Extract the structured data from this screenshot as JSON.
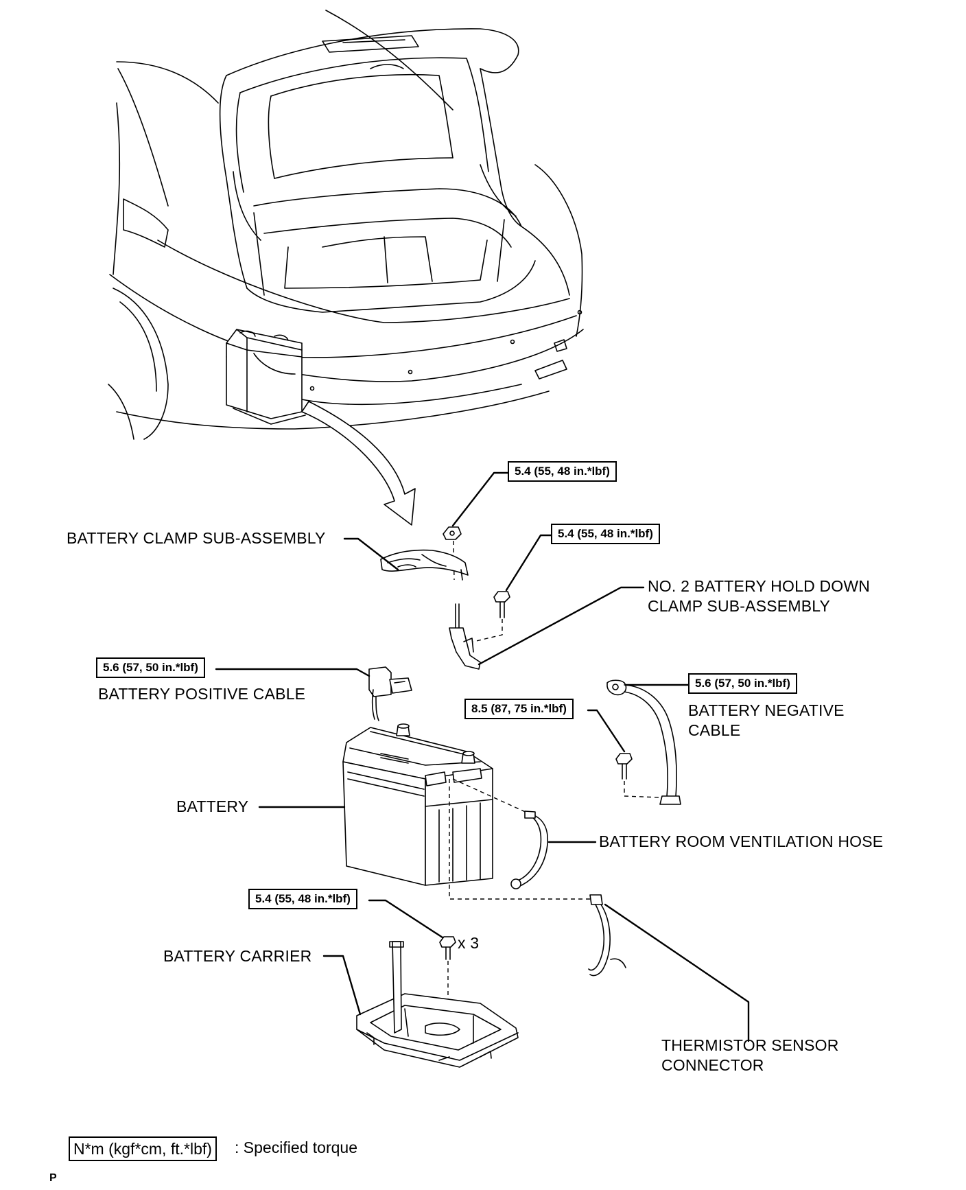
{
  "labels": {
    "battery_clamp": "BATTERY CLAMP SUB-ASSEMBLY",
    "hold_down_clamp_1": "NO. 2 BATTERY HOLD DOWN",
    "hold_down_clamp_2": "CLAMP SUB-ASSEMBLY",
    "positive_cable": "BATTERY POSITIVE CABLE",
    "negative_cable_1": "BATTERY NEGATIVE",
    "negative_cable_2": "CABLE",
    "battery": "BATTERY",
    "ventilation_hose": "BATTERY ROOM VENTILATION HOSE",
    "battery_carrier": "BATTERY CARRIER",
    "thermistor_1": "THERMISTOR SENSOR",
    "thermistor_2": "CONNECTOR",
    "bolt_count": "x 3"
  },
  "torques": {
    "clamp_nut": "5.4 (55, 48 in.*lbf)",
    "hold_down_bolt": "5.4 (55, 48 in.*lbf)",
    "positive_terminal": "5.6 (57, 50 in.*lbf)",
    "negative_terminal": "5.6 (57, 50 in.*lbf)",
    "negative_bolt": "8.5 (87, 75 in.*lbf)",
    "carrier_bolt": "5.4 (55, 48 in.*lbf)"
  },
  "legend": {
    "unit_box": "N*m (kgf*cm, ft.*lbf)",
    "description": ": Specified torque"
  },
  "corner_mark": "P"
}
